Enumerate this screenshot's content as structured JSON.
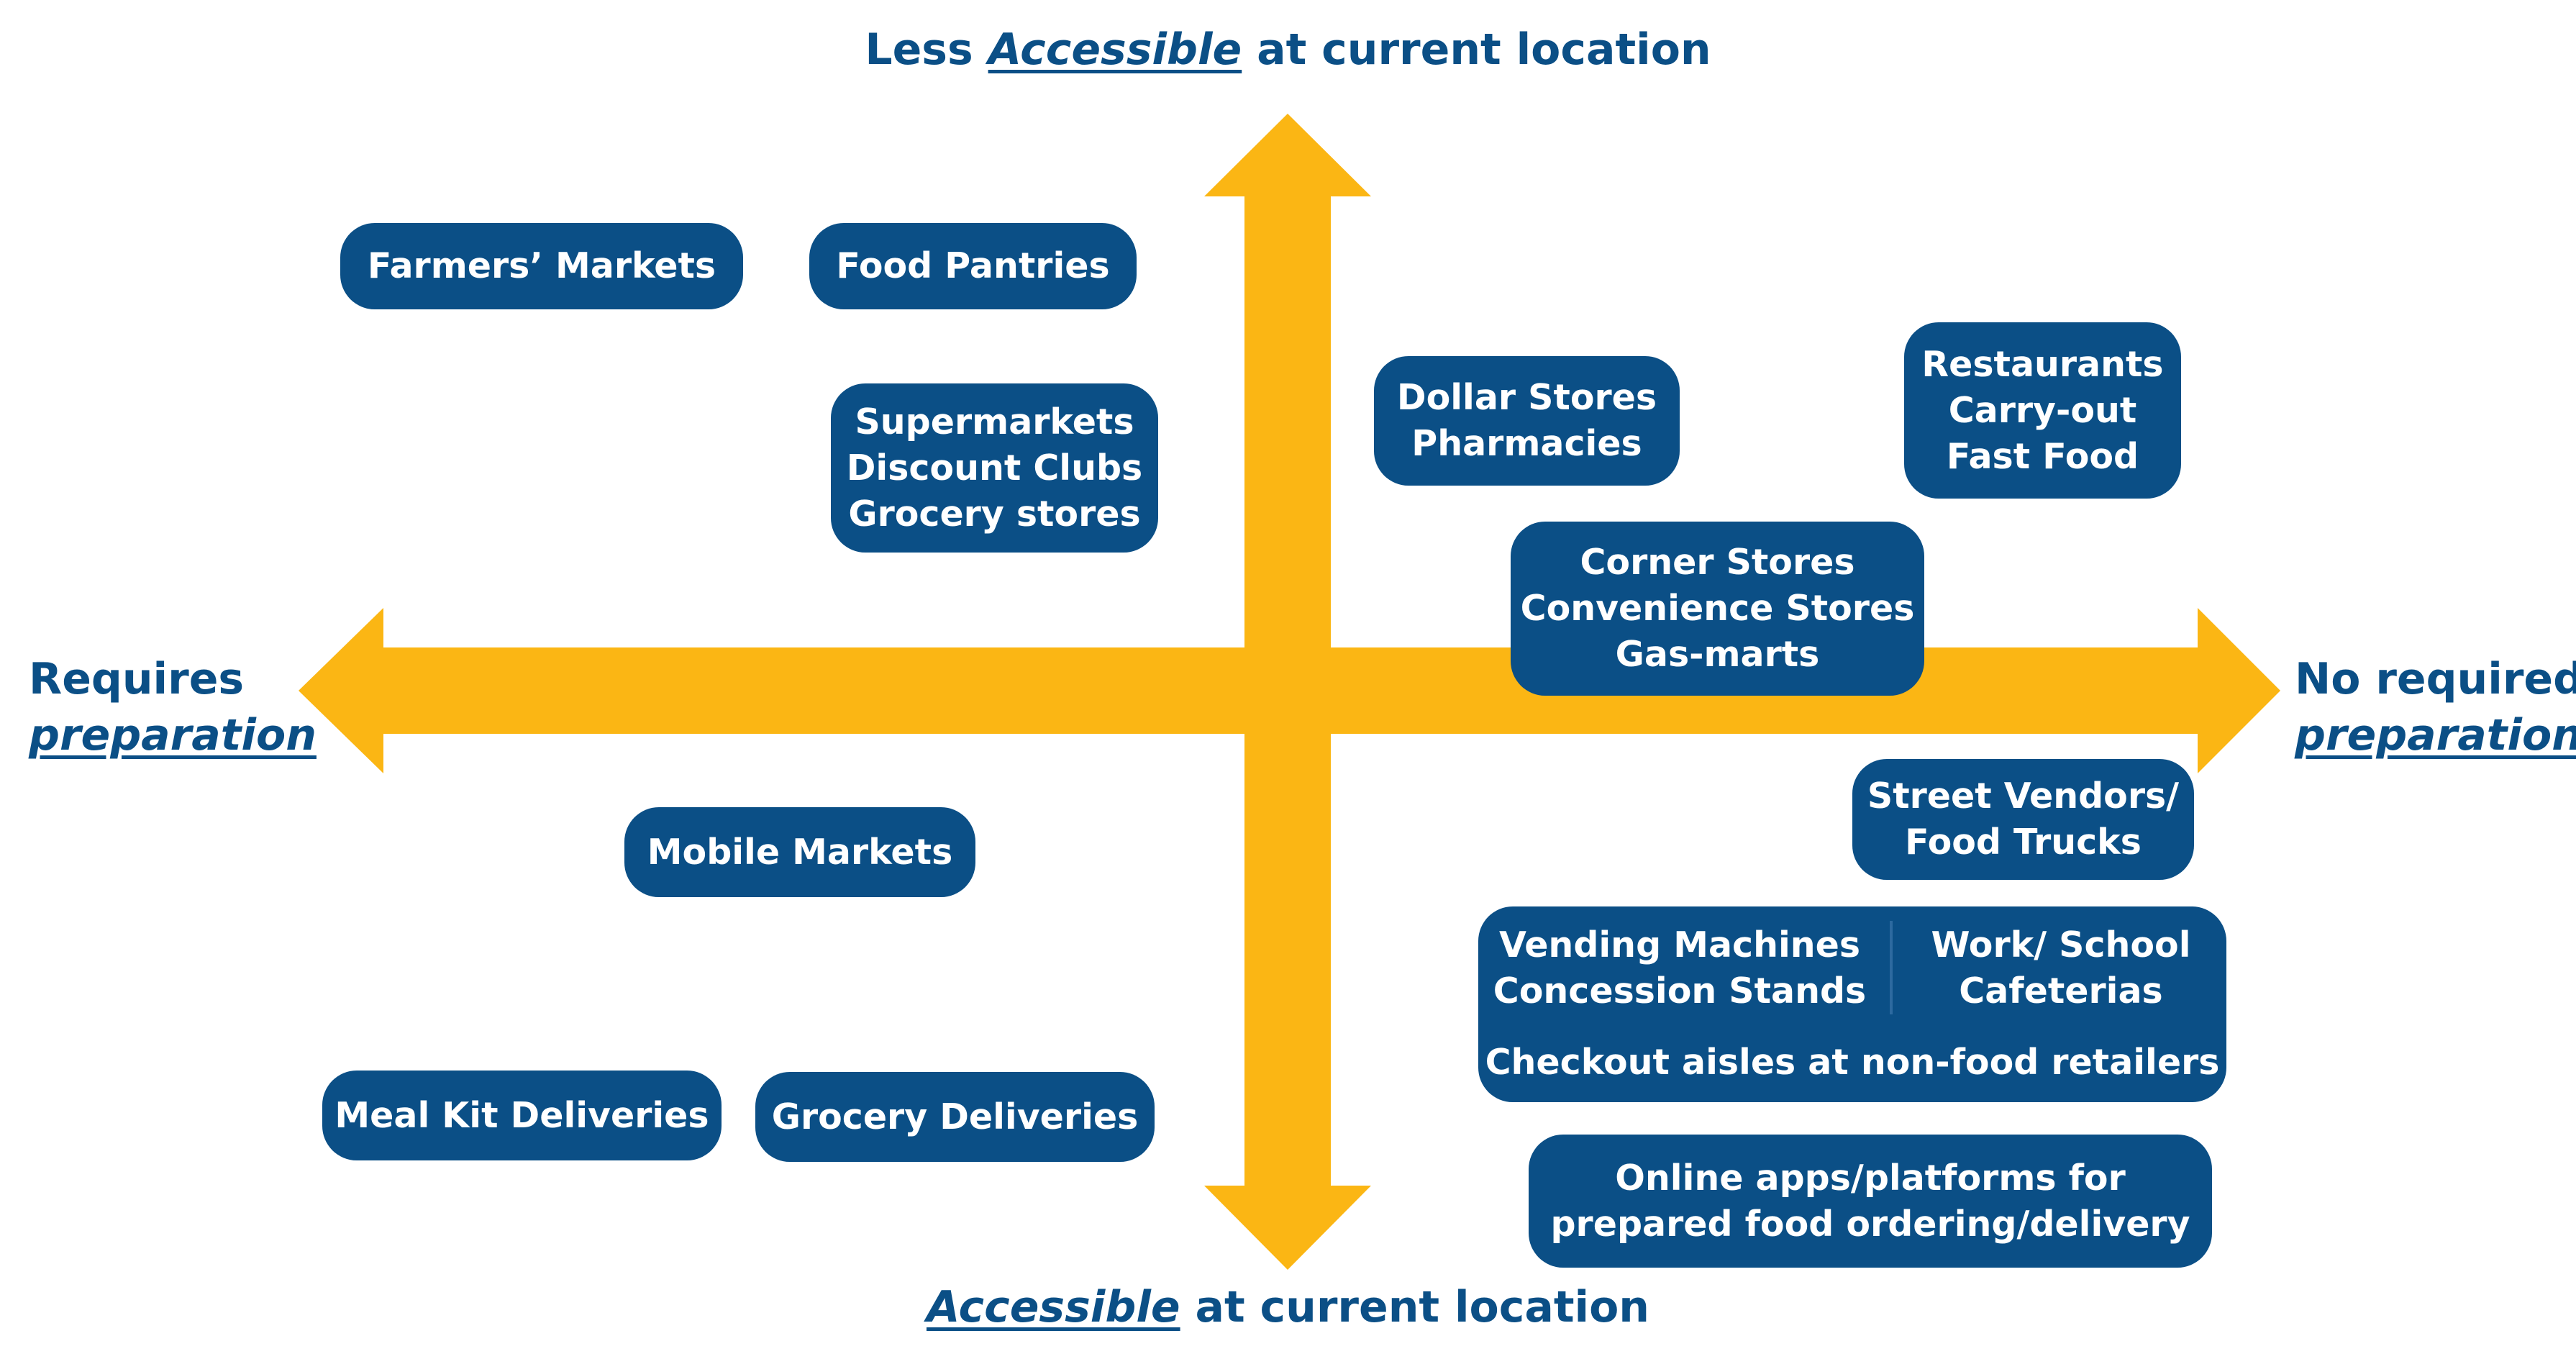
{
  "axes": {
    "top": {
      "prefix": "Less ",
      "em": "Accessible",
      "suffix": " at current location"
    },
    "bottom": {
      "prefix": "",
      "em": "Accessible",
      "suffix": " at current location"
    },
    "left": {
      "line1": "Requires",
      "em": "preparation"
    },
    "right": {
      "line1": "No required",
      "em": "preparation"
    }
  },
  "items": {
    "farmers_markets": "Farmers’ Markets",
    "food_pantries": "Food Pantries",
    "supermarkets": [
      "Supermarkets",
      "Discount Clubs",
      "Grocery stores"
    ],
    "dollar_stores": [
      "Dollar Stores",
      "Pharmacies"
    ],
    "restaurants": [
      "Restaurants",
      "Carry-out",
      "Fast Food"
    ],
    "corner_stores": [
      "Corner Stores",
      "Convenience Stores",
      "Gas-marts"
    ],
    "mobile_markets": "Mobile Markets",
    "street_vendors": [
      "Street Vendors/",
      "Food Trucks"
    ],
    "vending": [
      "Vending Machines",
      "Concession Stands"
    ],
    "work_school": [
      "Work/ School",
      "Cafeterias"
    ],
    "checkout": "Checkout aisles at non-food retailers",
    "meal_kit": "Meal Kit Deliveries",
    "grocery_deliveries": "Grocery Deliveries",
    "online_apps": [
      "Online apps/platforms for",
      "prepared food ordering/delivery"
    ]
  },
  "colors": {
    "arrow": "#fbb614",
    "pill": "#0b4f86",
    "axis_text": "#0b4f86"
  }
}
